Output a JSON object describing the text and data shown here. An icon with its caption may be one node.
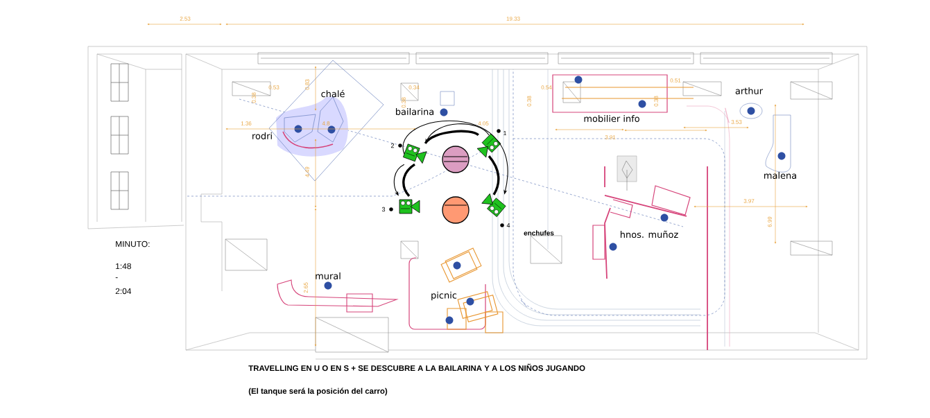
{
  "diagram": {
    "nodes": [
      {
        "text": [],
        "shape": "picture",
        "beside": [
          "1"
        ]
      },
      {
        "text": [],
        "shape": "picture",
        "beside": [
          "2"
        ]
      },
      {
        "text": [],
        "shape": "picture",
        "beside": [
          "3"
        ]
      },
      {
        "text": [],
        "shape": "picture",
        "beside": [
          "4"
        ]
      }
    ],
    "edges": [
      {
        "from": 0,
        "to": 1,
        "arrow": "to"
      },
      {
        "from": 1,
        "to": 2,
        "arrow": "to"
      },
      {
        "from": 2,
        "to": 1,
        "arrow": "none",
        "style": "thick"
      },
      {
        "from": 1,
        "to": 0,
        "arrow": "none",
        "style": "thick"
      },
      {
        "from": 0,
        "to": 3,
        "arrow": "none",
        "style": "thick"
      },
      {
        "from": 1,
        "to": 3,
        "arrow": "to"
      }
    ],
    "labels": [
      "2.53",
      "19.33",
      "0.83",
      "0.53",
      "0.38",
      "0.34",
      "0.38",
      "1.36",
      "4.8",
      "4.05",
      "4.49",
      "0.54",
      "0.38",
      "0.51",
      "0.38",
      "3.91",
      "3.53",
      "6.99",
      "3.97",
      "2.65",
      "chalé",
      "rodri",
      "bailarina",
      "mobilier info",
      "arthur",
      "malena",
      "enchufes",
      "hnos. muñoz",
      "mural",
      "picnic",
      "MINUTO:",
      "1:48",
      "-",
      "2:04",
      "TRAVELLING EN U O EN S + SE DESCUBRE A LA BAILARINA Y A LOS NIÑOS JUGANDO",
      "(El tanque será la posición del carro)"
    ]
  }
}
